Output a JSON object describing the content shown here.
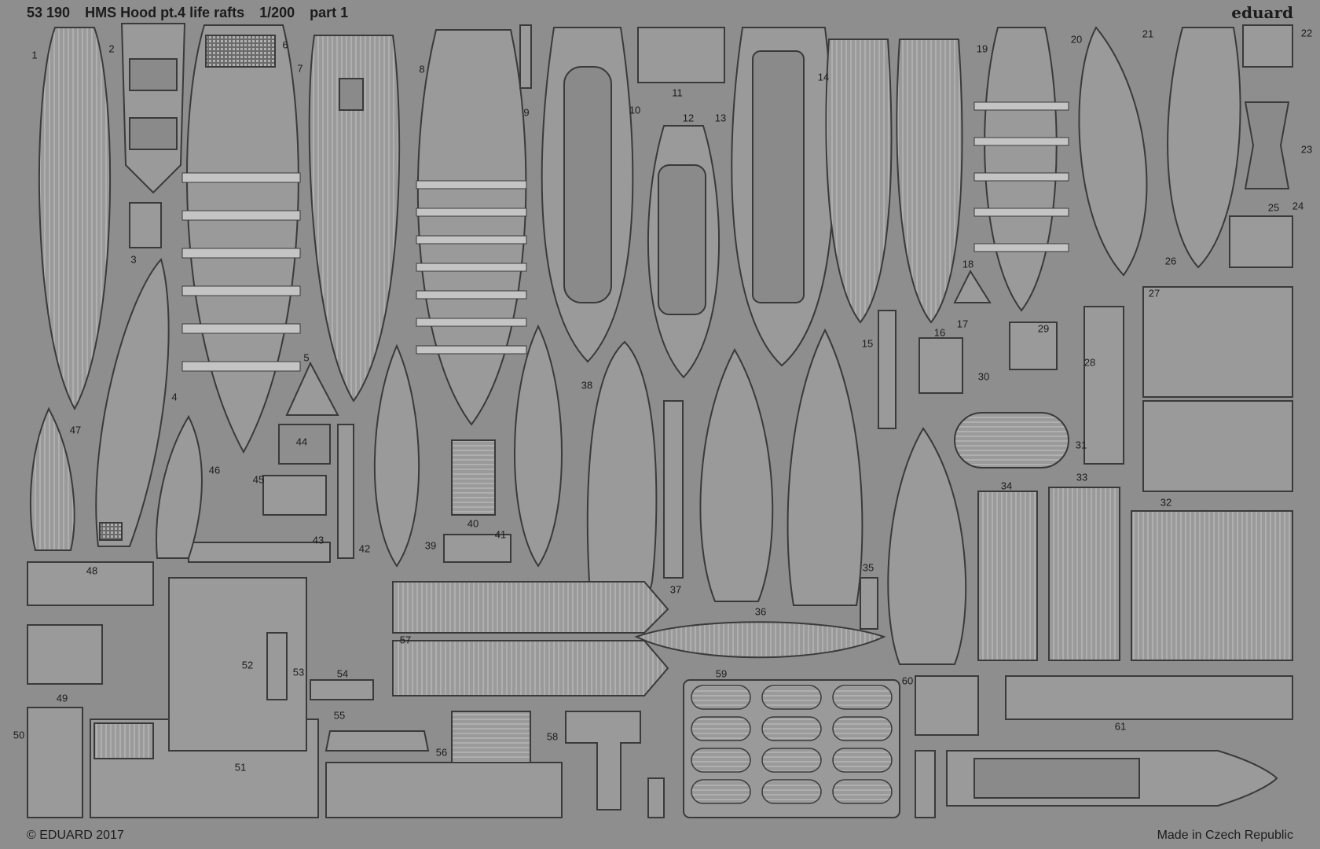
{
  "header": {
    "code": "53 190",
    "title": "HMS Hood pt.4 life rafts",
    "scale": "1/200",
    "part": "part 1"
  },
  "brand": "eduard",
  "footer": {
    "copyright": "© EDUARD 2017",
    "origin": "Made in Czech Republic"
  },
  "colors": {
    "fret": "#8e8e8e",
    "part_fill": "#9a9a9a",
    "outline": "#3a3a3a",
    "highlight": "#c4c4c4"
  },
  "numbers": [
    "1",
    "2",
    "3",
    "4",
    "5",
    "6",
    "7",
    "8",
    "9",
    "10",
    "11",
    "12",
    "13",
    "14",
    "15",
    "16",
    "17",
    "18",
    "19",
    "20",
    "21",
    "22",
    "23",
    "24",
    "25",
    "26",
    "27",
    "28",
    "29",
    "30",
    "31",
    "32",
    "33",
    "34",
    "35",
    "36",
    "37",
    "38",
    "39",
    "40",
    "41",
    "42",
    "43",
    "44",
    "45",
    "46",
    "47",
    "48",
    "49",
    "50",
    "51",
    "52",
    "53",
    "54",
    "55",
    "56",
    "57",
    "58",
    "59",
    "60",
    "61"
  ]
}
